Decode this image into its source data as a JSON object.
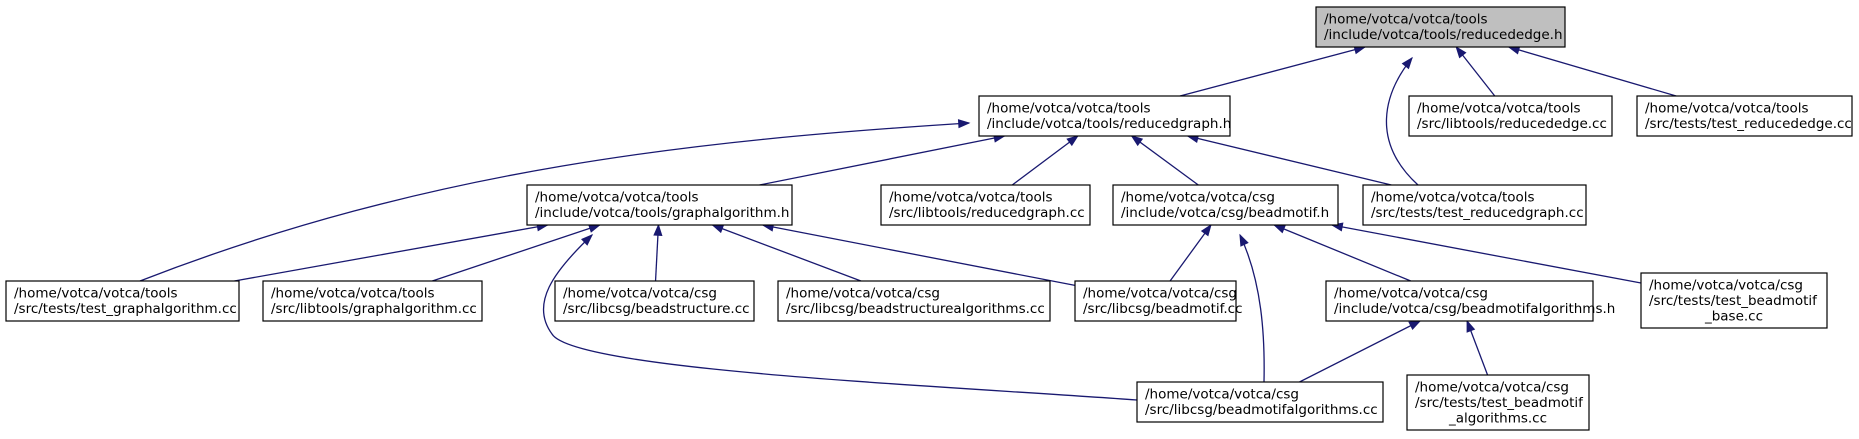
{
  "graph": {
    "edge_color": "#191970",
    "root_fill": "#bfbfbf",
    "nodes": [
      {
        "id": "reducededge_h",
        "root": true,
        "lines": [
          "/home/votca/votca/tools",
          "/include/votca/tools/reducededge.h"
        ]
      },
      {
        "id": "reducedgraph_h",
        "lines": [
          "/home/votca/votca/tools",
          "/include/votca/tools/reducedgraph.h"
        ]
      },
      {
        "id": "libtools_reducededge_cc",
        "lines": [
          "/home/votca/votca/tools",
          "/src/libtools/reducededge.cc"
        ]
      },
      {
        "id": "test_reducededge_cc",
        "lines": [
          "/home/votca/votca/tools",
          "/src/tests/test_reducededge.cc"
        ]
      },
      {
        "id": "graphalgorithm_h",
        "lines": [
          "/home/votca/votca/tools",
          "/include/votca/tools/graphalgorithm.h"
        ]
      },
      {
        "id": "libtools_reducedgraph_cc",
        "lines": [
          "/home/votca/votca/tools",
          "/src/libtools/reducedgraph.cc"
        ]
      },
      {
        "id": "beadmotif_h",
        "lines": [
          "/home/votca/votca/csg",
          "/include/votca/csg/beadmotif.h"
        ]
      },
      {
        "id": "test_reducedgraph_cc",
        "lines": [
          "/home/votca/votca/tools",
          "/src/tests/test_reducedgraph.cc"
        ]
      },
      {
        "id": "test_graphalgorithm_cc",
        "lines": [
          "/home/votca/votca/tools",
          "/src/tests/test_graphalgorithm.cc"
        ]
      },
      {
        "id": "libtools_graphalgorithm_cc",
        "lines": [
          "/home/votca/votca/tools",
          "/src/libtools/graphalgorithm.cc"
        ]
      },
      {
        "id": "beadstructure_cc",
        "lines": [
          "/home/votca/votca/csg",
          "/src/libcsg/beadstructure.cc"
        ]
      },
      {
        "id": "beadstructurealgorithms_cc",
        "lines": [
          "/home/votca/votca/csg",
          "/src/libcsg/beadstructurealgorithms.cc"
        ]
      },
      {
        "id": "beadmotif_cc",
        "lines": [
          "/home/votca/votca/csg",
          "/src/libcsg/beadmotif.cc"
        ]
      },
      {
        "id": "beadmotifalgorithms_h",
        "lines": [
          "/home/votca/votca/csg",
          "/include/votca/csg/beadmotifalgorithms.h"
        ]
      },
      {
        "id": "test_beadmotif_base_cc",
        "lines": [
          "/home/votca/votca/csg",
          "/src/tests/test_beadmotif",
          "_base.cc"
        ]
      },
      {
        "id": "beadmotifalgorithms_cc",
        "lines": [
          "/home/votca/votca/csg",
          "/src/libcsg/beadmotifalgorithms.cc"
        ]
      },
      {
        "id": "test_beadmotif_algorithms_cc",
        "lines": [
          "/home/votca/votca/csg",
          "/src/tests/test_beadmotif",
          "_algorithms.cc"
        ]
      }
    ],
    "edges": [
      {
        "from": "reducededge_h",
        "to": "reducedgraph_h"
      },
      {
        "from": "reducededge_h",
        "to": "libtools_reducededge_cc"
      },
      {
        "from": "reducededge_h",
        "to": "test_reducededge_cc"
      },
      {
        "from": "reducededge_h",
        "to": "test_reducedgraph_cc"
      },
      {
        "from": "reducedgraph_h",
        "to": "graphalgorithm_h"
      },
      {
        "from": "reducedgraph_h",
        "to": "libtools_reducedgraph_cc"
      },
      {
        "from": "reducedgraph_h",
        "to": "beadmotif_h"
      },
      {
        "from": "reducedgraph_h",
        "to": "test_reducedgraph_cc"
      },
      {
        "from": "reducedgraph_h",
        "to": "test_graphalgorithm_cc"
      },
      {
        "from": "graphalgorithm_h",
        "to": "test_graphalgorithm_cc"
      },
      {
        "from": "graphalgorithm_h",
        "to": "libtools_graphalgorithm_cc"
      },
      {
        "from": "graphalgorithm_h",
        "to": "beadstructure_cc"
      },
      {
        "from": "graphalgorithm_h",
        "to": "beadstructurealgorithms_cc"
      },
      {
        "from": "graphalgorithm_h",
        "to": "beadmotif_cc"
      },
      {
        "from": "graphalgorithm_h",
        "to": "beadmotifalgorithms_cc"
      },
      {
        "from": "beadmotif_h",
        "to": "beadmotif_cc"
      },
      {
        "from": "beadmotif_h",
        "to": "beadmotifalgorithms_h"
      },
      {
        "from": "beadmotif_h",
        "to": "test_beadmotif_base_cc"
      },
      {
        "from": "beadmotif_h",
        "to": "beadmotifalgorithms_cc"
      },
      {
        "from": "beadmotifalgorithms_h",
        "to": "beadmotifalgorithms_cc"
      },
      {
        "from": "beadmotifalgorithms_h",
        "to": "test_beadmotif_algorithms_cc"
      }
    ]
  }
}
